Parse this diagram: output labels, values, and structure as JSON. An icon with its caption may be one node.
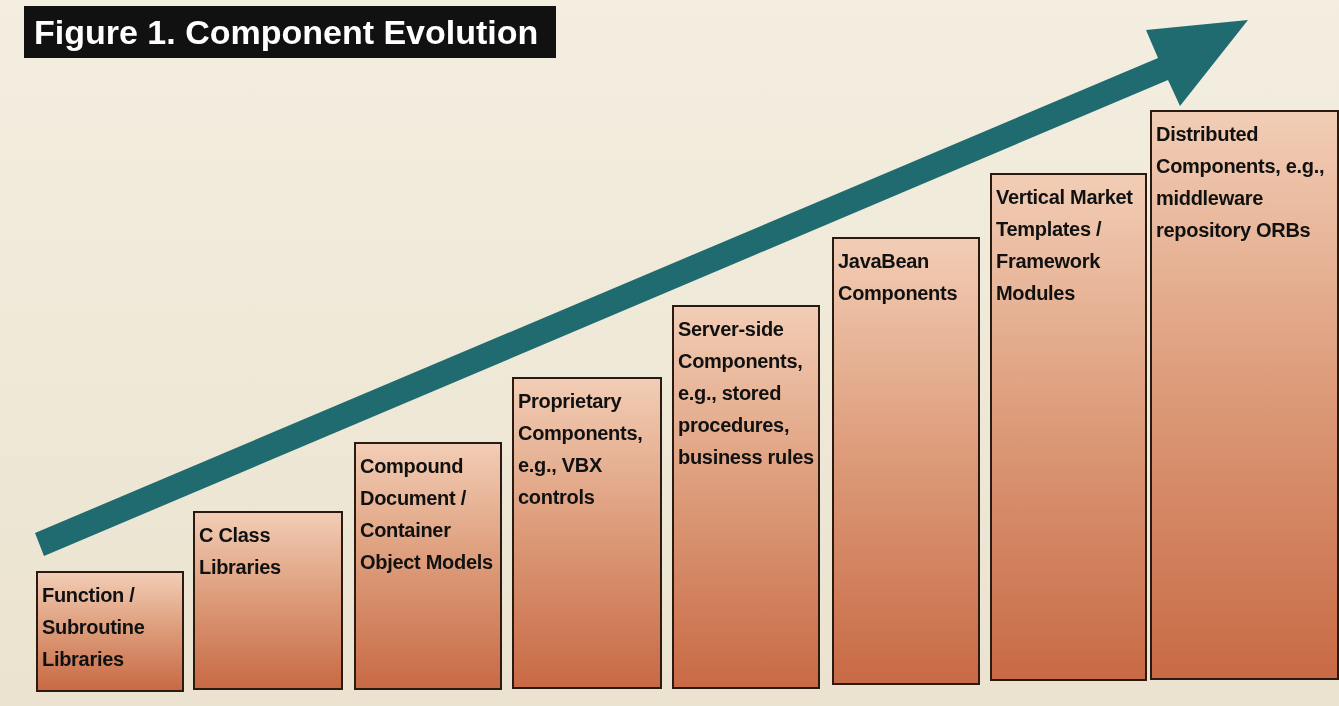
{
  "diagram": {
    "title": "Figure 1. Component Evolution",
    "nodes": [
      {
        "text": [
          "Function / Subroutine Libraries"
        ]
      },
      {
        "text": [
          "C Class Libraries"
        ]
      },
      {
        "text": [
          "Compound Document / Container Object Models"
        ]
      },
      {
        "text": [
          "Proprietary Components, e.g., VBX controls"
        ]
      },
      {
        "text": [
          "Server-side Components, e.g., stored procedures, business rules"
        ]
      },
      {
        "text": [
          "JavaBean Components"
        ]
      },
      {
        "text": [
          "Vertical Market Templates / Framework Modules"
        ]
      },
      {
        "text": [
          "Distributed Components, e.g., middleware repository ORBs"
        ]
      }
    ]
  }
}
